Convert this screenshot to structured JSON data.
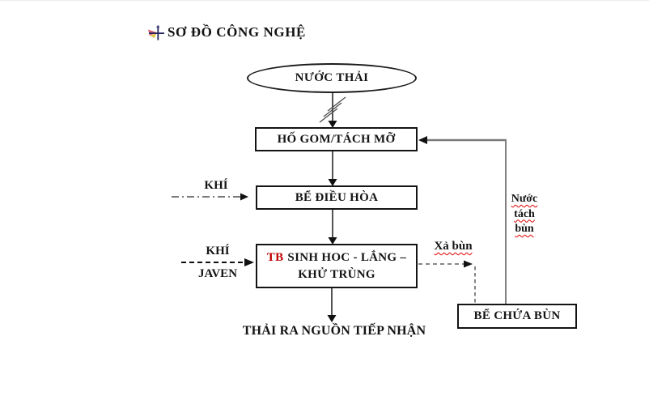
{
  "title": {
    "text": "SƠ ĐỒ CÔNG NGHỆ",
    "bullet_icon": "sparkle-bullet-icon"
  },
  "flow": {
    "source_label": "NƯỚC THẢI",
    "box_collect": "HỐ GOM/TÁCH MỠ",
    "box_equalize": "BỂ ĐIỀU HÒA",
    "box_bio_prefix": "TB",
    "box_bio_line1": "SINH HOC - LẮNG –",
    "box_bio_line2": "KHỬ TRÙNG",
    "box_sludge": "BỂ CHỨA BÙN",
    "outflow_label": "THẢI RA NGUỒN TIẾP NHẬN"
  },
  "annotations": {
    "air_to_equalize": "KHÍ",
    "air_to_bio": "KHÍ",
    "javen": "JAVEN",
    "sludge_discharge": "Xả bùn",
    "sludge_separated_water": "Nước tách bùn"
  },
  "colors": {
    "bio_prefix_red": "#c00000",
    "spellcheck_underline": "#e00000",
    "line_black": "#1a1a1a",
    "line_gray": "#7a7a7a",
    "border_black": "#141414"
  }
}
